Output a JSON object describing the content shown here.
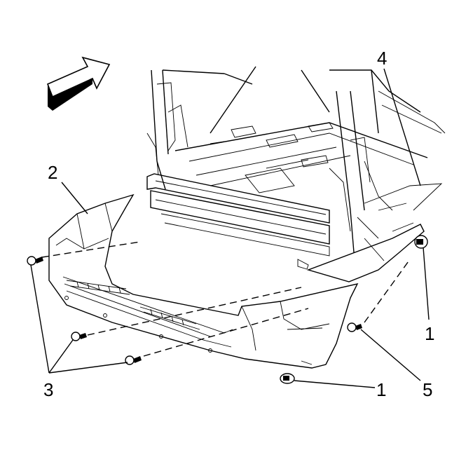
{
  "callouts": {
    "c1_upper": "1",
    "c1_lower": "1",
    "c2": "2",
    "c3": "3",
    "c4": "4",
    "c5": "5"
  }
}
